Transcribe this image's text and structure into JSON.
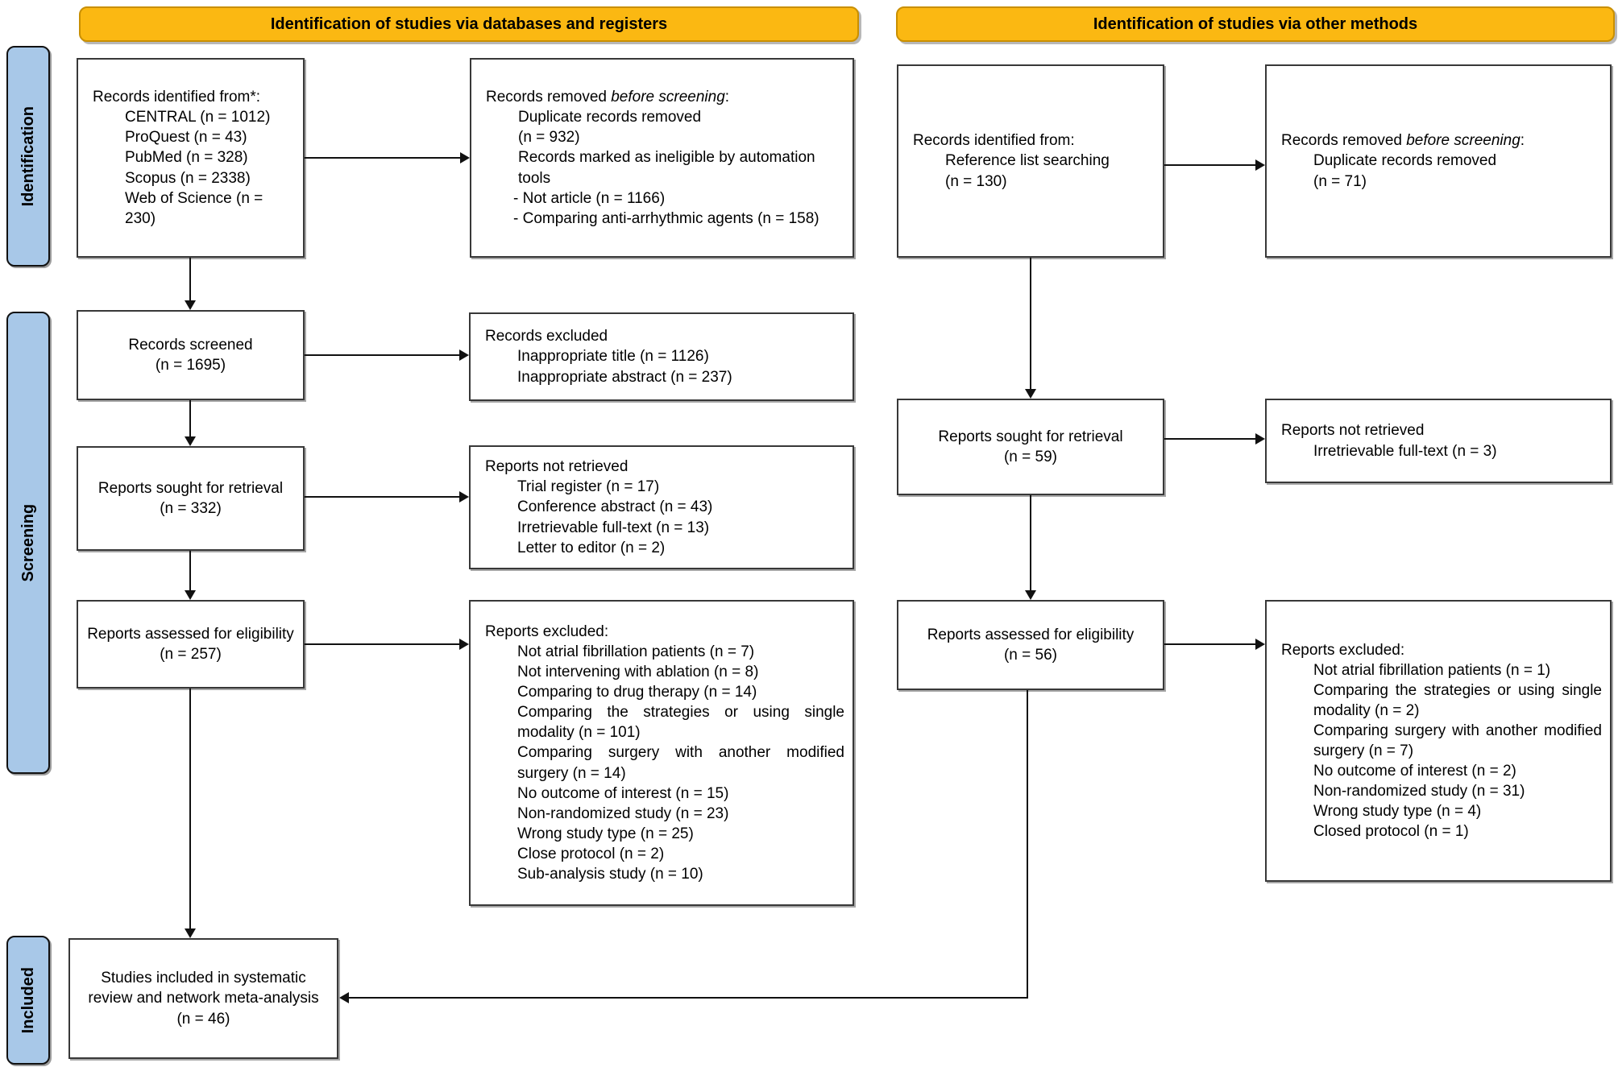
{
  "banners": {
    "databases": "Identification of studies via databases and registers",
    "other": "Identification of studies via other methods"
  },
  "stages": {
    "identification": "Identification",
    "screening": "Screening",
    "included": "Included"
  },
  "colors": {
    "banner_fill": "#FBB812",
    "banner_border": "#C98F00",
    "stage_fill": "#A8C8E8",
    "box_border": "#383838",
    "arrow": "#111111"
  },
  "boxes": {
    "db_identified": {
      "title": "Records identified from*:",
      "items": [
        "CENTRAL (n = 1012)",
        "ProQuest (n = 43)",
        "PubMed (n = 328)",
        "Scopus (n = 2338)",
        "Web of Science (n = 230)"
      ]
    },
    "db_removed": {
      "title_prefix": "Records removed ",
      "title_italic": "before screening",
      "title_suffix": ":",
      "items": [
        "Duplicate records removed",
        "(n = 932)",
        "Records marked as ineligible by automation tools"
      ],
      "dash_items": [
        "- Not article (n = 1166)",
        "- Comparing anti-arrhythmic agents (n = 158)"
      ]
    },
    "records_screened": {
      "line1": "Records screened",
      "line2": "(n = 1695)"
    },
    "records_excluded": {
      "title": "Records excluded",
      "items": [
        "Inappropriate title (n = 1126)",
        "Inappropriate abstract (n = 237)"
      ]
    },
    "reports_sought_db": {
      "line1": "Reports sought for retrieval",
      "line2": "(n = 332)"
    },
    "reports_not_retrieved_db": {
      "title": "Reports not retrieved",
      "items": [
        "Trial register (n = 17)",
        "Conference abstract (n = 43)",
        "Irretrievable full-text (n = 13)",
        "Letter to editor (n = 2)"
      ]
    },
    "reports_assessed_db": {
      "line1": "Reports assessed for eligibility",
      "line2": "(n = 257)"
    },
    "reports_excluded_db": {
      "title": "Reports excluded:",
      "items": [
        "Not atrial fibrillation patients (n = 7)",
        "Not intervening with ablation (n = 8)",
        "Comparing to drug therapy (n = 14)",
        "Comparing the strategies or using single modality (n = 101)",
        "Comparing surgery with another modified surgery (n = 14)",
        "No outcome of interest (n = 15)",
        "Non-randomized study (n = 23)",
        "Wrong study type (n = 25)",
        "Close protocol (n = 2)",
        "Sub-analysis study (n = 10)"
      ]
    },
    "included_studies": {
      "line1": "Studies included in systematic review and network meta-analysis",
      "line2": "(n = 46)"
    },
    "other_identified": {
      "title": "Records identified from:",
      "items": [
        "Reference list searching",
        "(n = 130)"
      ]
    },
    "other_removed": {
      "title_prefix": "Records removed ",
      "title_italic": "before screening",
      "title_suffix": ":",
      "items": [
        "Duplicate records removed",
        "(n = 71)"
      ]
    },
    "reports_sought_other": {
      "line1": "Reports sought for retrieval",
      "line2": "(n = 59)"
    },
    "reports_not_retrieved_other": {
      "title": "Reports not retrieved",
      "items": [
        "Irretrievable full-text (n = 3)"
      ]
    },
    "reports_assessed_other": {
      "line1": "Reports assessed for eligibility",
      "line2": "(n = 56)"
    },
    "reports_excluded_other": {
      "title": "Reports excluded:",
      "items": [
        "Not atrial fibrillation patients (n = 1)",
        "Comparing the strategies or using single modality (n = 2)",
        "Comparing surgery with another modified surgery (n = 7)",
        "No outcome of interest (n = 2)",
        "Non-randomized study (n = 31)",
        "Wrong study type (n = 4)",
        "Closed protocol (n = 1)"
      ]
    }
  }
}
